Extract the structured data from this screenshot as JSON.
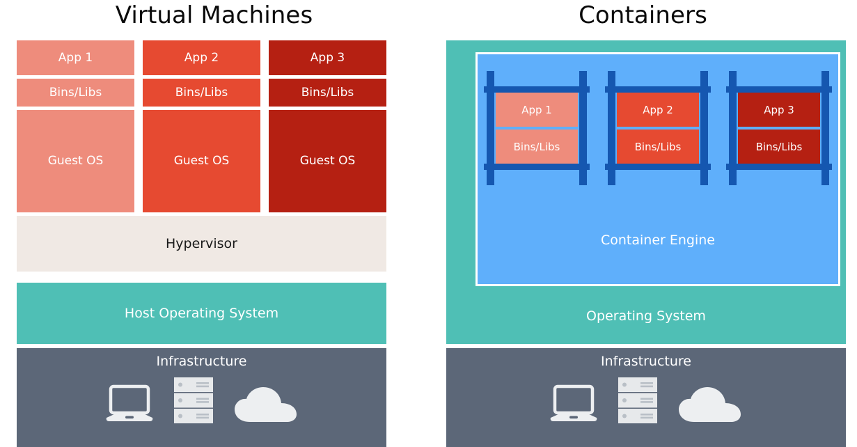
{
  "colors": {
    "app1": "#EE8C7C",
    "app2": "#E64A31",
    "app3": "#B52012",
    "teal": "#4FBFB5",
    "cream": "#F0E9E4",
    "slate": "#5C6778",
    "engine_blue": "#5FAFFB",
    "rack_blue": "#1557B0",
    "icon_light": "#EDEFF1",
    "title_text": "#0A0A0A",
    "white": "#FFFFFF"
  },
  "vm": {
    "title": "Virtual Machines",
    "columns": [
      {
        "app": "App 1",
        "bins": "Bins/Libs",
        "guest": "Guest OS",
        "color": "#EE8C7C"
      },
      {
        "app": "App 2",
        "bins": "Bins/Libs",
        "guest": "Guest OS",
        "color": "#E64A31"
      },
      {
        "app": "App 3",
        "bins": "Bins/Libs",
        "guest": "Guest OS",
        "color": "#B52012"
      }
    ],
    "hypervisor": "Hypervisor",
    "host_os": "Host Operating System",
    "infrastructure": "Infrastructure"
  },
  "containers": {
    "title": "Containers",
    "racks": [
      {
        "app": "App 1",
        "bins": "Bins/Libs",
        "color": "#EE8C7C"
      },
      {
        "app": "App 2",
        "bins": "Bins/Libs",
        "color": "#E64A31"
      },
      {
        "app": "App 3",
        "bins": "Bins/Libs",
        "color": "#B52012"
      }
    ],
    "engine": "Container Engine",
    "os": "Operating System",
    "infrastructure": "Infrastructure"
  },
  "icons": {
    "laptop": "laptop-icon",
    "server": "server-rack-icon",
    "cloud": "cloud-icon"
  }
}
